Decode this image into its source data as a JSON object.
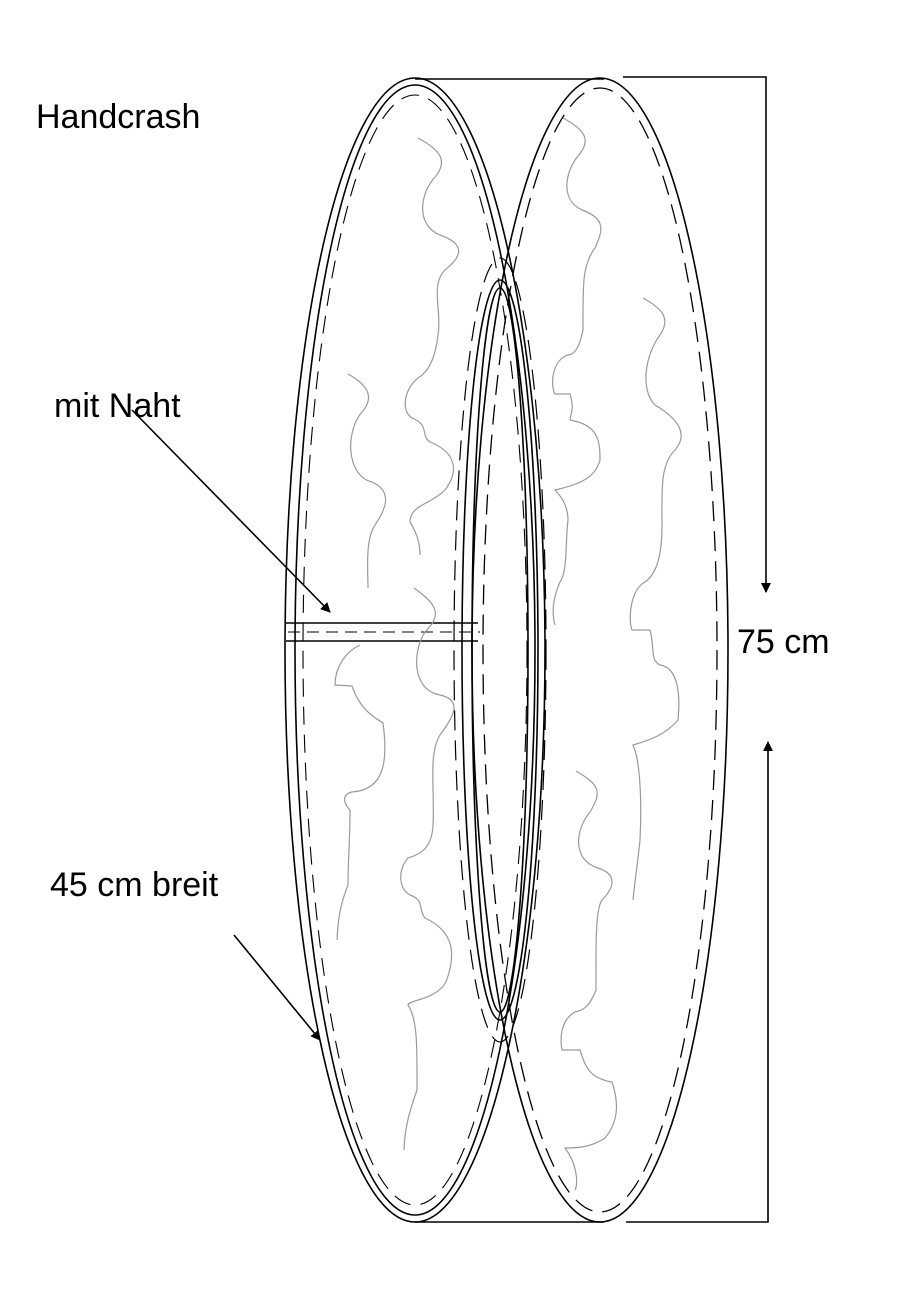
{
  "labels": {
    "title": "Handcrash",
    "seam": "mit Naht",
    "height": "75 cm",
    "width": "45 cm breit"
  },
  "colors": {
    "outline": "#000000",
    "fabric_texture": "#9a9a9a",
    "background": "#ffffff"
  }
}
